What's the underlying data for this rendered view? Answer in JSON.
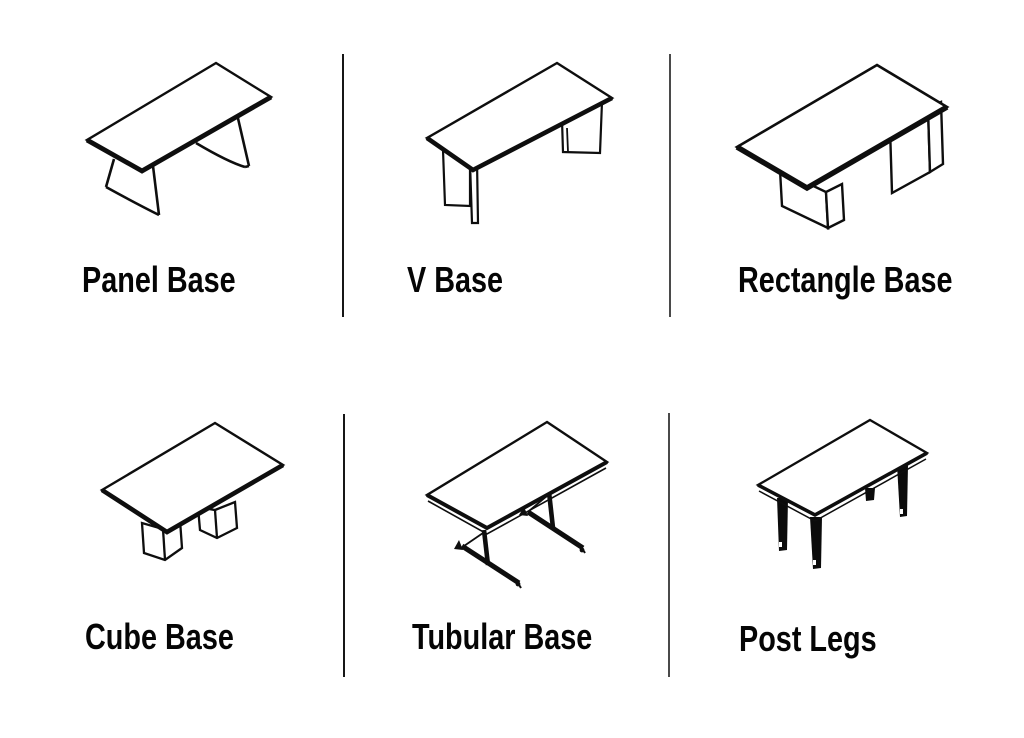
{
  "figure": {
    "description": "Table base style options",
    "colors": {
      "background": "#ffffff",
      "line": "#0e0e0e",
      "label_text": "#050505",
      "divider_dark": "#161616",
      "divider_light": "#4a4a4a"
    }
  },
  "options": [
    {
      "id": "panel-base",
      "label": "Panel Base"
    },
    {
      "id": "v-base",
      "label": "V Base"
    },
    {
      "id": "rectangle-base",
      "label": "Rectangle Base"
    },
    {
      "id": "cube-base",
      "label": "Cube Base"
    },
    {
      "id": "tubular-base",
      "label": "Tubular Base"
    },
    {
      "id": "post-legs",
      "label": "Post Legs"
    }
  ]
}
